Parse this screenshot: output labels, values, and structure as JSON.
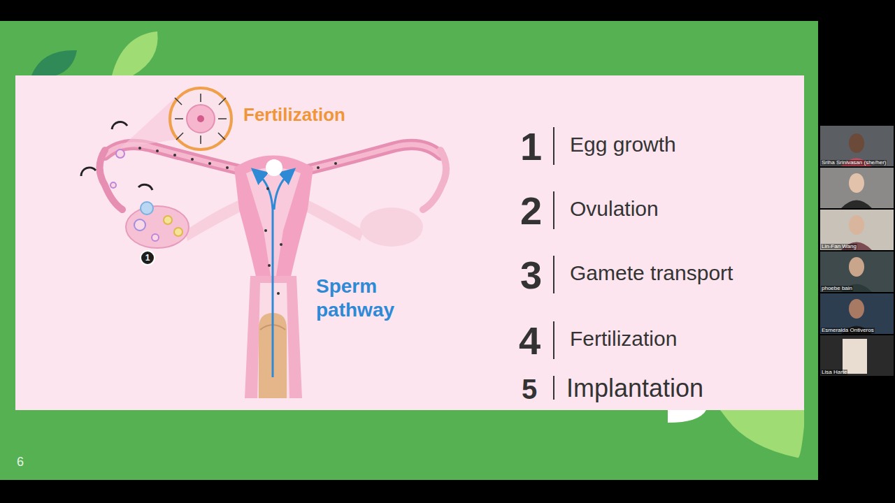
{
  "diagram": {
    "nodes": [
      {
        "text": [
          "1"
        ]
      },
      {
        "text": [
          "Sriha Srinivasan (she/her)"
        ]
      },
      {
        "text": [
          "Lin-Fan Wang"
        ]
      },
      {
        "text": [
          "phoebe bain"
        ]
      },
      {
        "text": [
          "Esmeralda Ontiveros"
        ]
      },
      {
        "text": [
          "Lisa Harte"
        ]
      }
    ],
    "edges": [],
    "labels": [
      "Fertilization",
      "Sperm pathway",
      "1",
      "Egg growth",
      "2",
      "Ovulation",
      "3",
      "Gamete transport",
      "4",
      "Fertilization",
      "5",
      "Implantation",
      "6"
    ]
  }
}
